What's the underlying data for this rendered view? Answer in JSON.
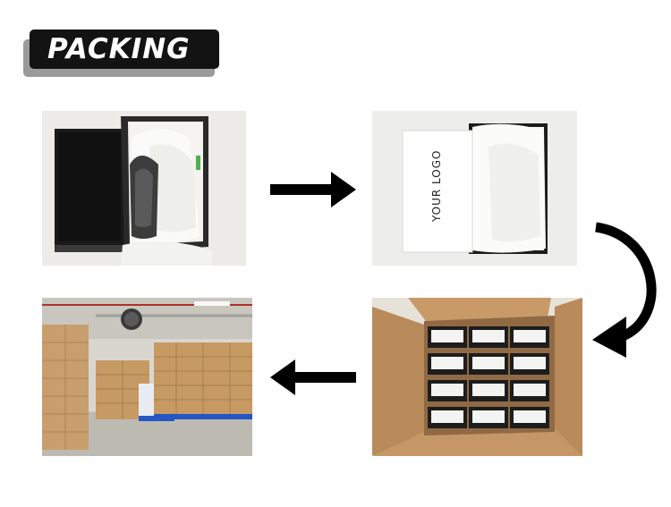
{
  "header": {
    "title": "PACKING"
  },
  "photos": {
    "shoe_box": {
      "name": "shoe-box-with-tissue"
    },
    "logo_box": {
      "name": "box-with-logo-card",
      "card_text": "YOUR LOGO"
    },
    "warehouse": {
      "name": "warehouse-stacked-cartons"
    },
    "carton": {
      "name": "carton-packed-boxes"
    }
  },
  "colors": {
    "badge_bg": "#131313",
    "badge_shadow": "#9a9a9a",
    "arrow": "#000000"
  },
  "icons": [
    "arrow-right-icon",
    "arrow-curved-down-icon",
    "arrow-left-icon"
  ]
}
